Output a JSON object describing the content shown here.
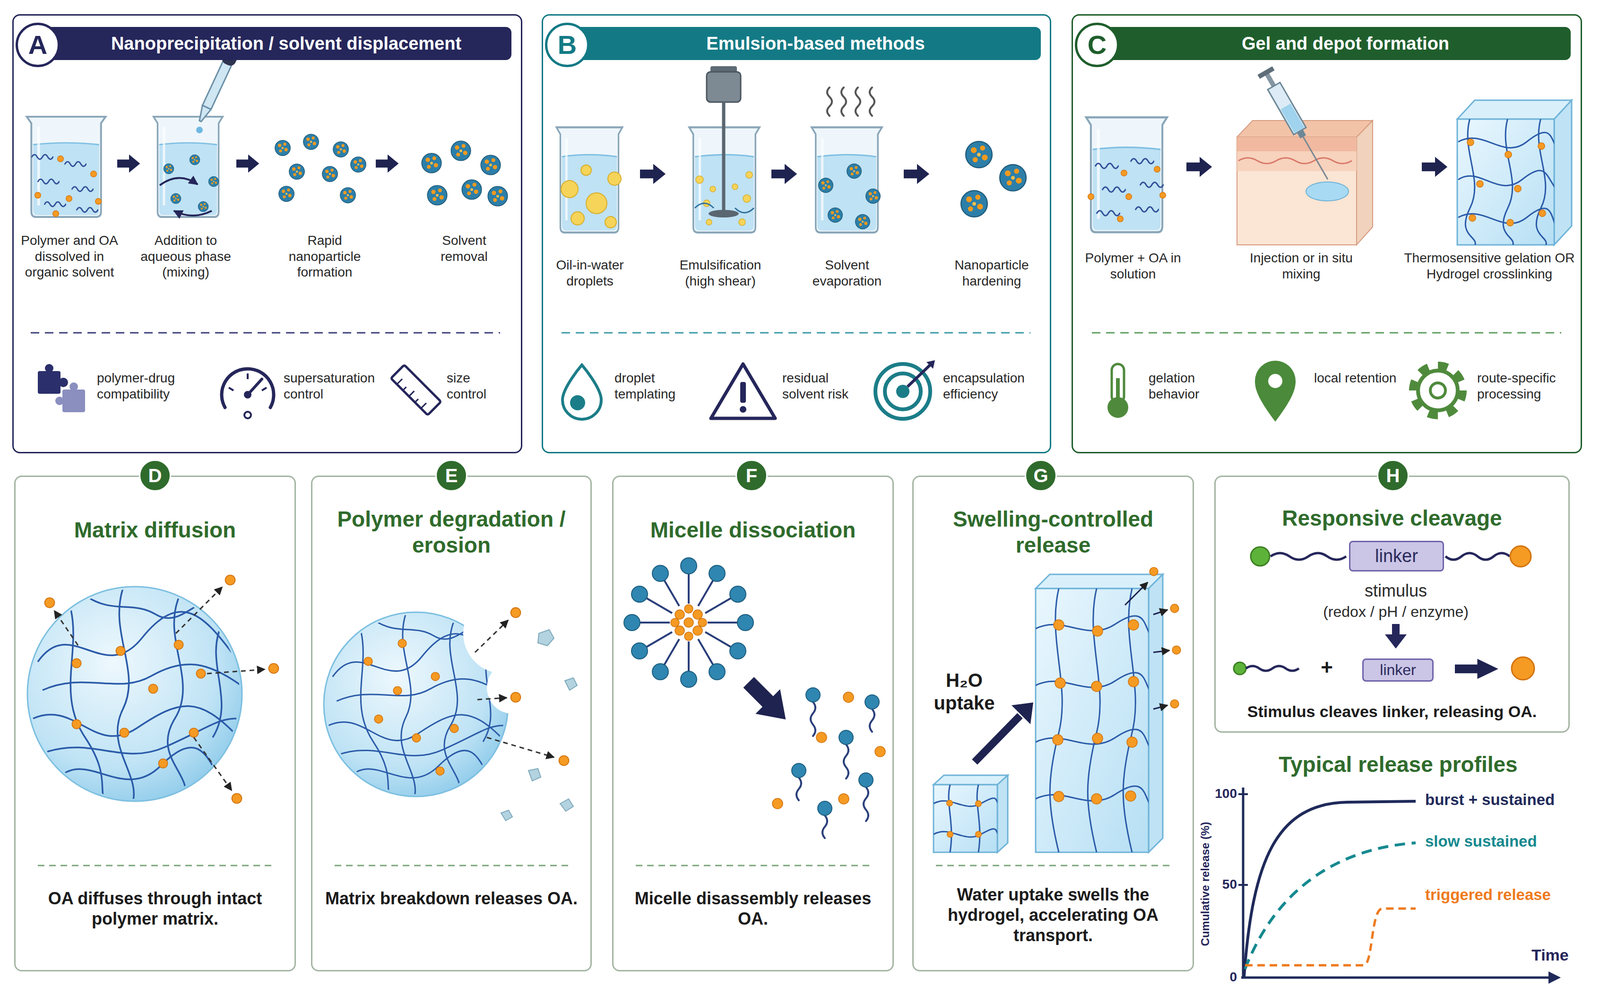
{
  "diagram": {
    "nodes": [
      {
        "text": [
          "Nanoprecipitation / solvent displacement"
        ]
      },
      {
        "text": [
          "A"
        ],
        "in": 0
      },
      {
        "text": [
          "Emulsion-based methods"
        ]
      },
      {
        "text": [
          "B"
        ],
        "in": 2
      },
      {
        "text": [
          "Gel and depot formation"
        ]
      },
      {
        "text": [
          "C"
        ],
        "in": 4
      },
      {
        "text": [
          "Matrix diffusion",
          "OA diffuses through intact polymer matrix."
        ]
      },
      {
        "text": [
          "D"
        ],
        "in": 6
      },
      {
        "text": [
          "Polymer degradation / erosion",
          "Matrix breakdown releases OA."
        ]
      },
      {
        "text": [
          "E"
        ],
        "in": 8
      },
      {
        "text": [
          "Micelle dissociation",
          "Micelle disassembly releases OA."
        ]
      },
      {
        "text": [
          "F"
        ],
        "in": 10
      },
      {
        "text": [
          "Swelling-controlled release",
          "Water uptake swells the hydrogel, accelerating OA transport."
        ]
      },
      {
        "text": [
          "G"
        ],
        "in": 12
      },
      {
        "text": [
          "Responsive cleavage",
          "Stimulus cleaves linker, releasing OA."
        ]
      },
      {
        "text": [
          "H"
        ],
        "in": 14
      },
      {
        "text": [
          "linker"
        ],
        "in": 14
      },
      {
        "text": [
          "linker"
        ],
        "in": 14
      }
    ],
    "labels": [
      "Polymer and OA dissolved in organic solvent",
      "Addition to aqueous phase (mixing)",
      "Rapid nanoparticle formation",
      "Solvent removal",
      "polymer-drug compatibility",
      "supersaturation control",
      "size control",
      "Oil-in-water droplets",
      "Emulsification (high shear)",
      "Solvent evaporation",
      "Nanoparticle hardening",
      "droplet templating",
      "residual solvent risk",
      "encapsulation efficiency",
      "Polymer + OA in solution",
      "Injection or in situ mixing",
      "Thermosensitive gelation OR Hydrogel crosslinking",
      "gelation behavior",
      "local retention",
      "route-specific processing",
      "H₂O uptake",
      "stimulus",
      "(redox / pH / enzyme)",
      "+",
      "Typical release profiles",
      "100",
      "50",
      "0",
      "Cumulative release (%)",
      "Time",
      "burst + sustained",
      "slow sustained",
      "triggered release"
    ]
  }
}
